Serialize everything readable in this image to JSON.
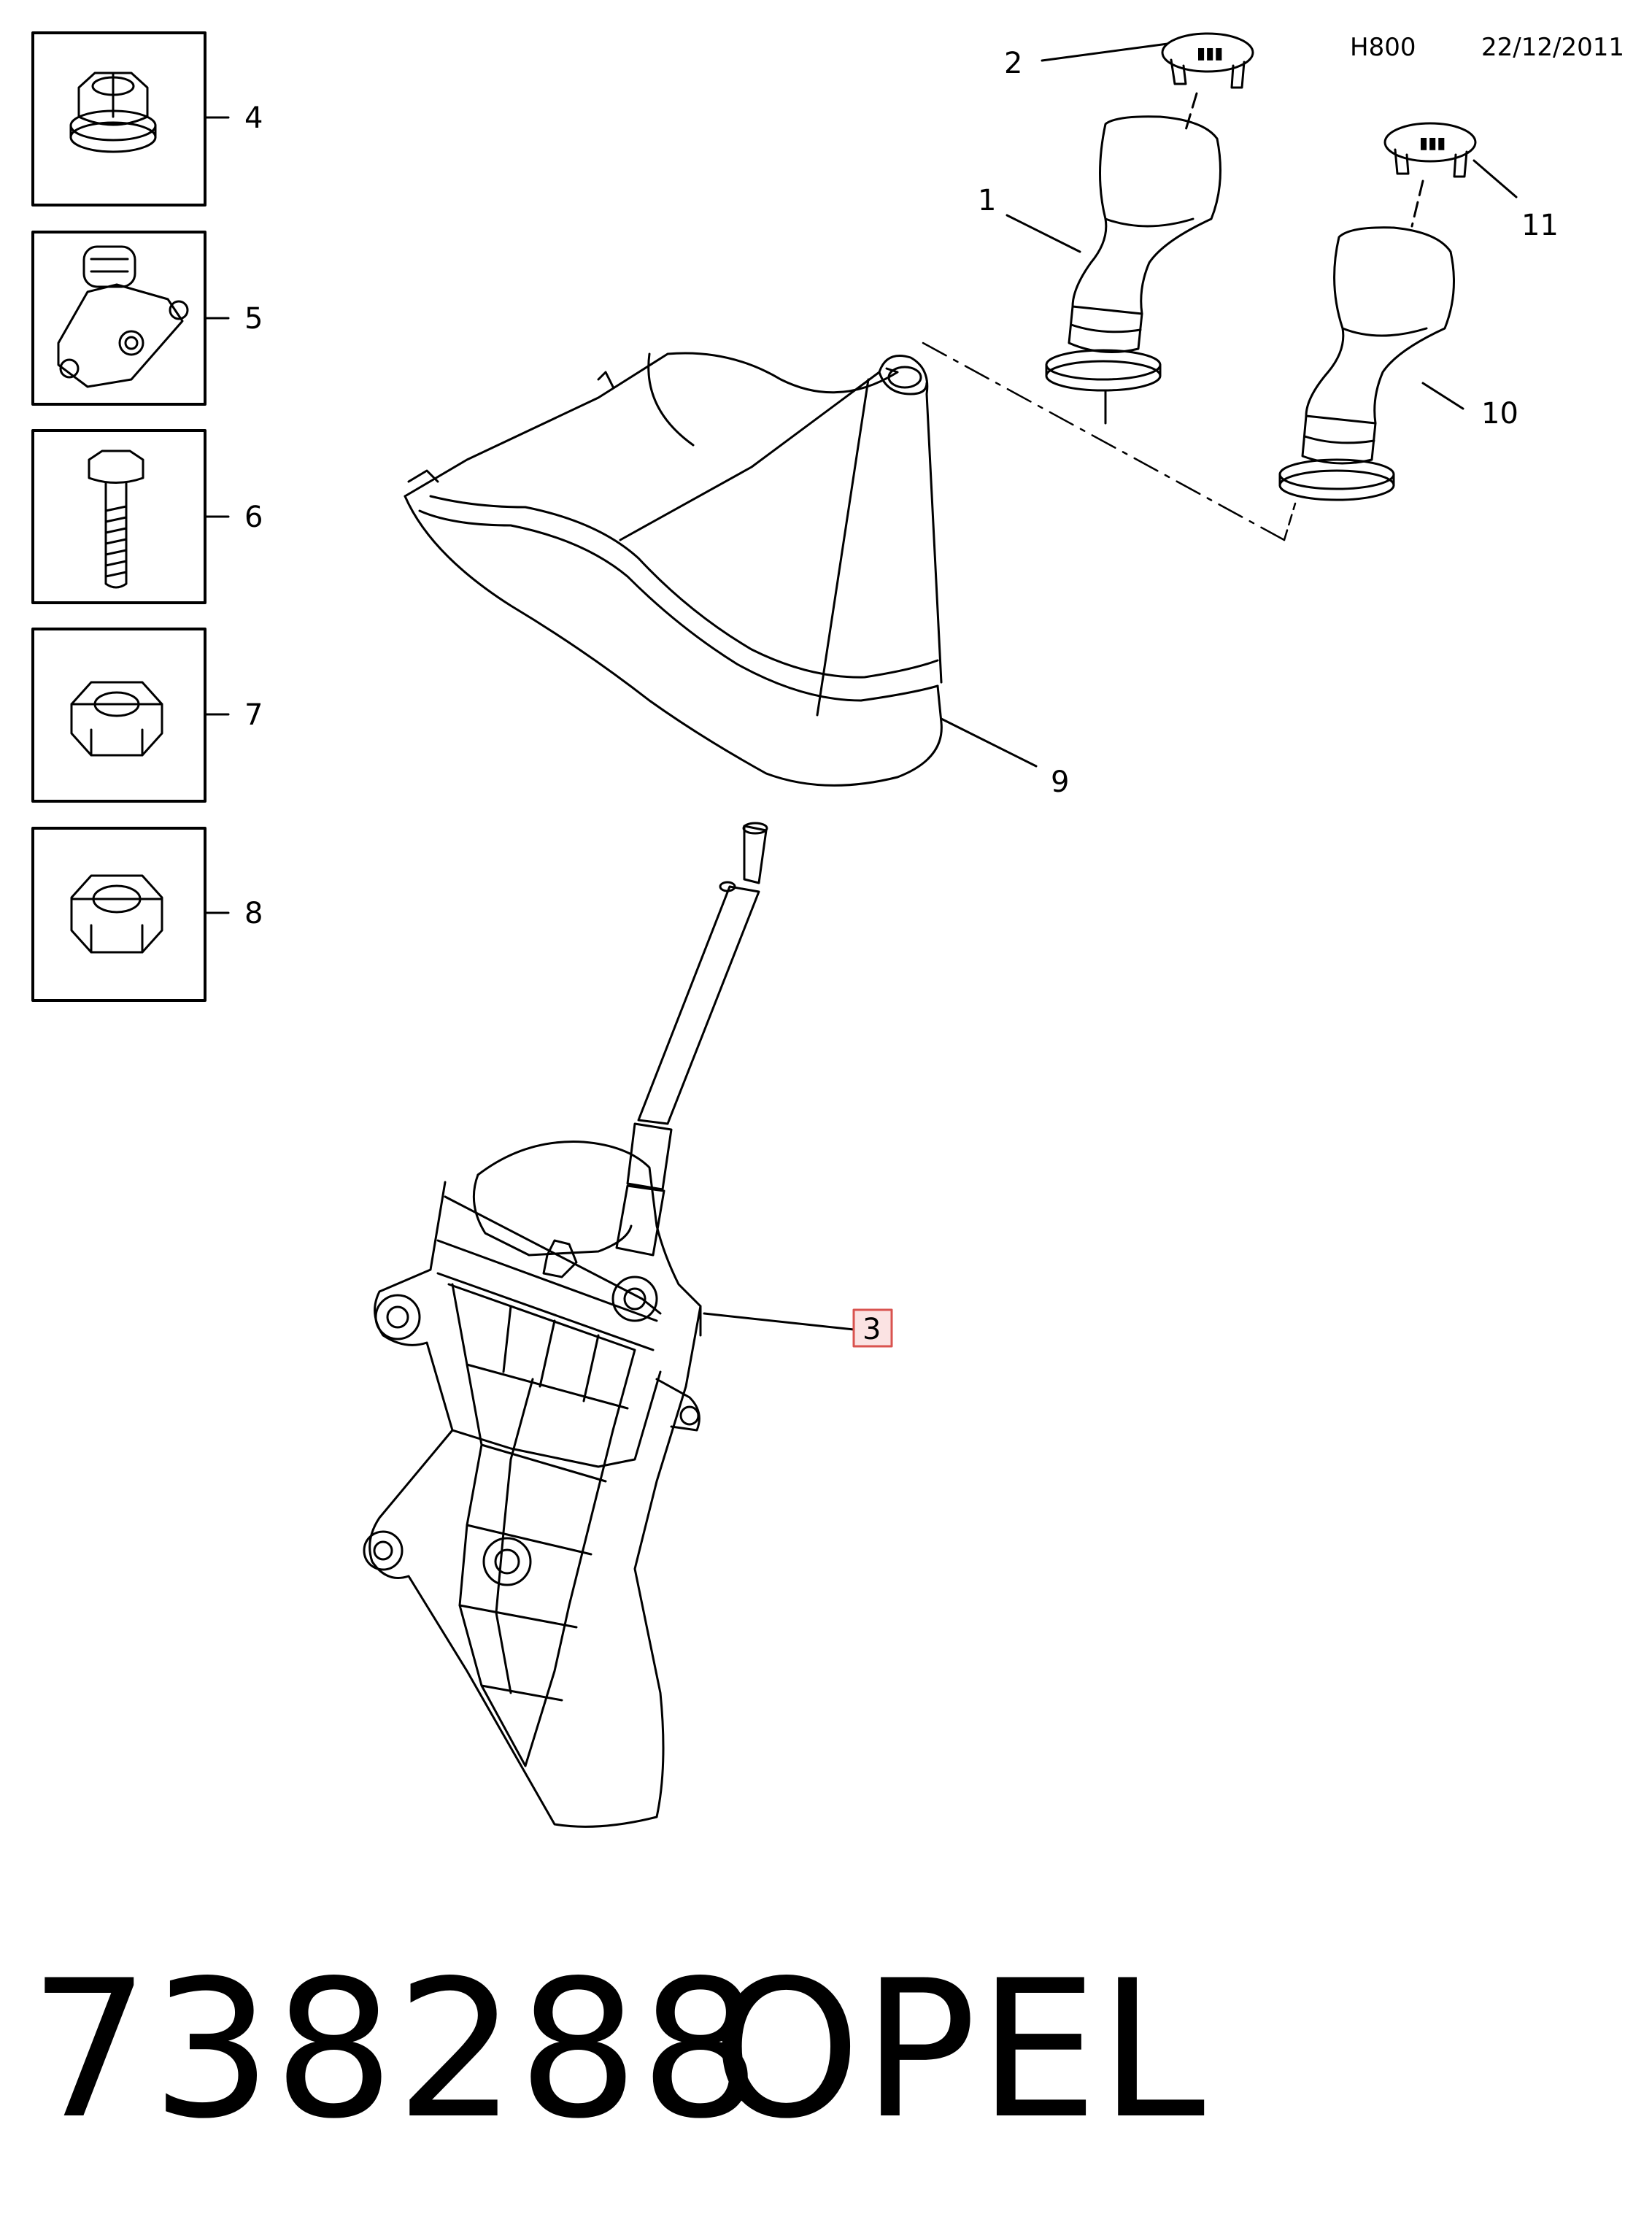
{
  "header": {
    "code": "H800",
    "date": "22/12/2011"
  },
  "callouts": {
    "c1": "1",
    "c2": "2",
    "c3": "3",
    "c4": "4",
    "c5": "5",
    "c6": "6",
    "c7": "7",
    "c8": "8",
    "c9": "9",
    "c10": "10",
    "c11": "11"
  },
  "footer": {
    "part_number": "738288",
    "brand": "OPEL"
  },
  "colors": {
    "line": "#000000",
    "highlight_border": "#d9534f",
    "highlight_fill": "#fbe3e3"
  }
}
